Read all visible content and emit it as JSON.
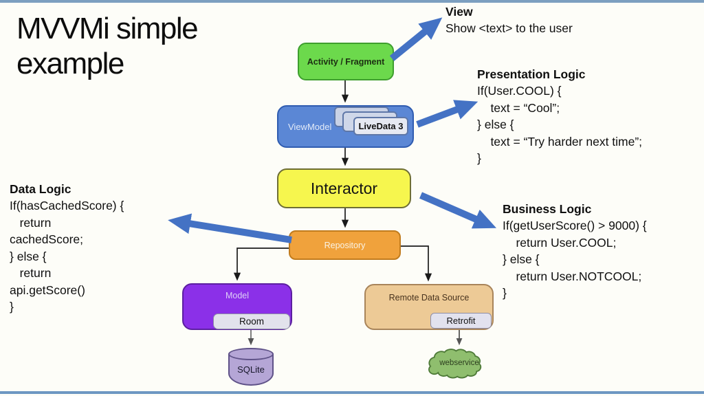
{
  "slide": {
    "title": "MVVMi simple example"
  },
  "annotations": {
    "view": {
      "title": "View",
      "body": "Show <text> to the user"
    },
    "presentation": {
      "title": "Presentation Logic",
      "code": "If(User.COOL) {\n    text = “Cool”;\n} else {\n    text = “Try harder next time”;\n}"
    },
    "data_logic": {
      "title": "Data Logic",
      "code": "If(hasCachedScore) {\n   return\ncachedScore;\n} else {\n   return\napi.getScore()\n}"
    },
    "business": {
      "title": "Business Logic",
      "code": "If(getUserScore() > 9000) {\n    return User.COOL;\n} else {\n    return User.NOTCOOL;\n}"
    }
  },
  "nodes": {
    "activity": "Activity / Fragment",
    "viewmodel": "ViewModel",
    "livedata": "LiveData 3",
    "interactor": "Interactor",
    "repository": "Repository",
    "model": "Model",
    "room": "Room",
    "remote": "Remote Data Source",
    "retrofit": "Retrofit",
    "sqlite": "SQLite",
    "webservice": "webservice"
  },
  "colors": {
    "arrow_blue": "#4472c4",
    "activity_green": "#6cd94c",
    "viewmodel_blue": "#5b87d5",
    "interactor_yellow": "#f6f64e",
    "repository_orange": "#f0a23c",
    "model_purple": "#8b30e8",
    "remote_tan": "#edca96",
    "sqlite_lavender": "#b5a6d6",
    "cloud_green": "#8fbe6e",
    "frame_bar_blue": "#7c9fc0"
  }
}
